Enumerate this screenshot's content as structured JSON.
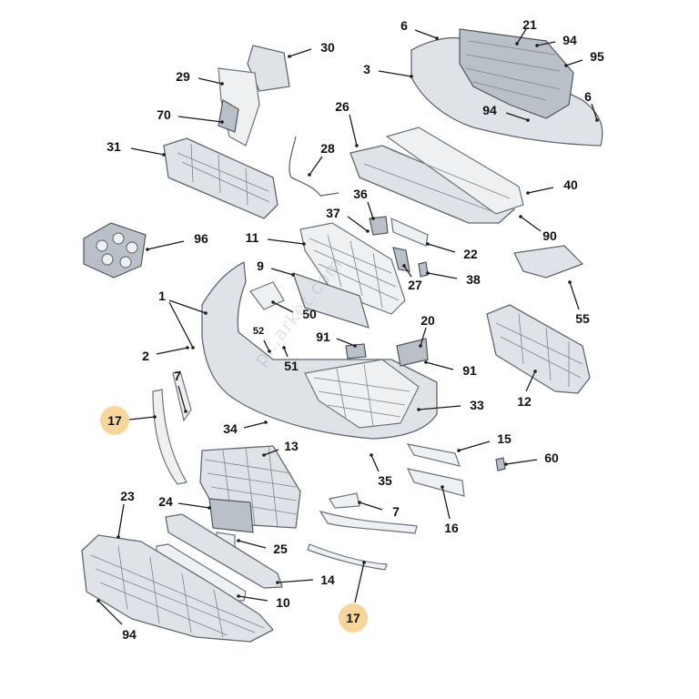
{
  "diagram": {
    "watermark": "p…arket.com",
    "accent_color": "#f6d69a",
    "callouts": [
      {
        "id": "c6a",
        "text": "6"
      },
      {
        "id": "c21",
        "text": "21"
      },
      {
        "id": "c94a",
        "text": "94"
      },
      {
        "id": "c95",
        "text": "95"
      },
      {
        "id": "c3",
        "text": "3"
      },
      {
        "id": "c6b",
        "text": "6"
      },
      {
        "id": "c94b",
        "text": "94"
      },
      {
        "id": "c30",
        "text": "30"
      },
      {
        "id": "c29",
        "text": "29"
      },
      {
        "id": "c70",
        "text": "70"
      },
      {
        "id": "c31",
        "text": "31"
      },
      {
        "id": "c26",
        "text": "26"
      },
      {
        "id": "c28",
        "text": "28"
      },
      {
        "id": "c40",
        "text": "40"
      },
      {
        "id": "c36",
        "text": "36"
      },
      {
        "id": "c37",
        "text": "37"
      },
      {
        "id": "c90",
        "text": "90"
      },
      {
        "id": "c96",
        "text": "96"
      },
      {
        "id": "c11",
        "text": "11"
      },
      {
        "id": "c22",
        "text": "22"
      },
      {
        "id": "c9",
        "text": "9"
      },
      {
        "id": "c27",
        "text": "27"
      },
      {
        "id": "c38",
        "text": "38"
      },
      {
        "id": "c1",
        "text": "1"
      },
      {
        "id": "c50",
        "text": "50"
      },
      {
        "id": "c55",
        "text": "55"
      },
      {
        "id": "c20",
        "text": "20"
      },
      {
        "id": "c52",
        "text": "52"
      },
      {
        "id": "c91a",
        "text": "91"
      },
      {
        "id": "c2",
        "text": "2"
      },
      {
        "id": "c51",
        "text": "51"
      },
      {
        "id": "c91b",
        "text": "91"
      },
      {
        "id": "c7a",
        "text": "7"
      },
      {
        "id": "c12",
        "text": "12"
      },
      {
        "id": "c33",
        "text": "33"
      },
      {
        "id": "c17a",
        "text": "17"
      },
      {
        "id": "c34",
        "text": "34"
      },
      {
        "id": "c15",
        "text": "15"
      },
      {
        "id": "c13",
        "text": "13"
      },
      {
        "id": "c60",
        "text": "60"
      },
      {
        "id": "c35",
        "text": "35"
      },
      {
        "id": "c23",
        "text": "23"
      },
      {
        "id": "c24",
        "text": "24"
      },
      {
        "id": "c7b",
        "text": "7"
      },
      {
        "id": "c16",
        "text": "16"
      },
      {
        "id": "c25",
        "text": "25"
      },
      {
        "id": "c14",
        "text": "14"
      },
      {
        "id": "c10",
        "text": "10"
      },
      {
        "id": "c17b",
        "text": "17"
      },
      {
        "id": "c94c",
        "text": "94"
      }
    ]
  }
}
